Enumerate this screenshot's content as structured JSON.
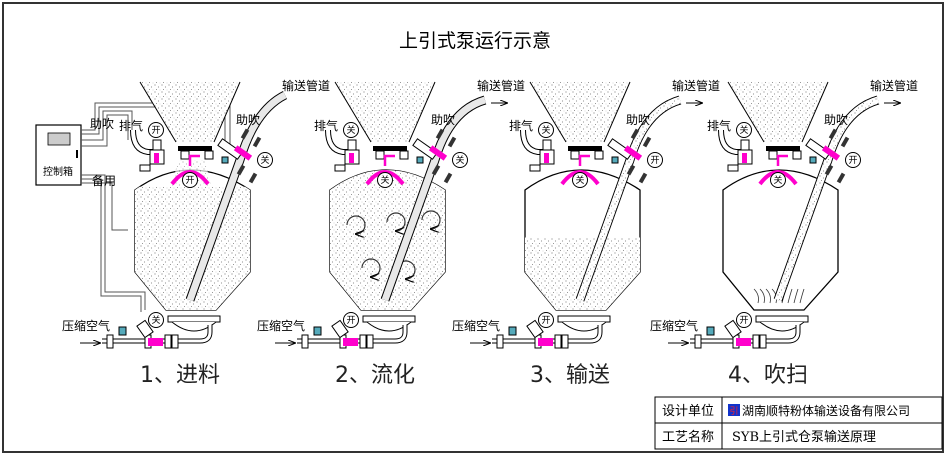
{
  "title": "上引式泵运行示意",
  "control_box": {
    "label": "控制箱",
    "assist_blow": "助吹",
    "spare": "备用"
  },
  "common_labels": {
    "exhaust": "排气",
    "assist_blow": "助吹",
    "conveying_pipe": "输送管道",
    "compressed_air": "压缩空气"
  },
  "stages": [
    {
      "title": "1、进料",
      "inlet_valve": "开",
      "exhaust_valve": "开",
      "assist_valve": "关",
      "bottom_valve": "关",
      "material_level": 0.85,
      "show_pipe_label": true
    },
    {
      "title": "2、流化",
      "inlet_valve": "关",
      "exhaust_valve": "关",
      "assist_valve": "关",
      "bottom_valve": "开",
      "material_level": 1.0,
      "show_pipe_label": true
    },
    {
      "title": "3、输送",
      "inlet_valve": "关",
      "exhaust_valve": "关",
      "assist_valve": "开",
      "bottom_valve": "开",
      "material_level": 0.5,
      "show_pipe_label": true
    },
    {
      "title": "4、吹扫",
      "inlet_valve": "关",
      "exhaust_valve": "关",
      "assist_valve": "开",
      "bottom_valve": "开",
      "material_level": 0.0,
      "show_pipe_label": true
    }
  ],
  "title_block": {
    "designer_label": "设计单位",
    "designer_value": "湖南顺特粉体输送设备有限公司",
    "logo_text": "引",
    "process_label": "工艺名称",
    "process_value": "SYB上引式仓泵输送原理"
  },
  "colors": {
    "valve_active": "#ff00cc",
    "line": "#000000",
    "powder": "#9a9a9a",
    "logo_bg": "#1133cc",
    "logo_fg": "#ff2222"
  }
}
